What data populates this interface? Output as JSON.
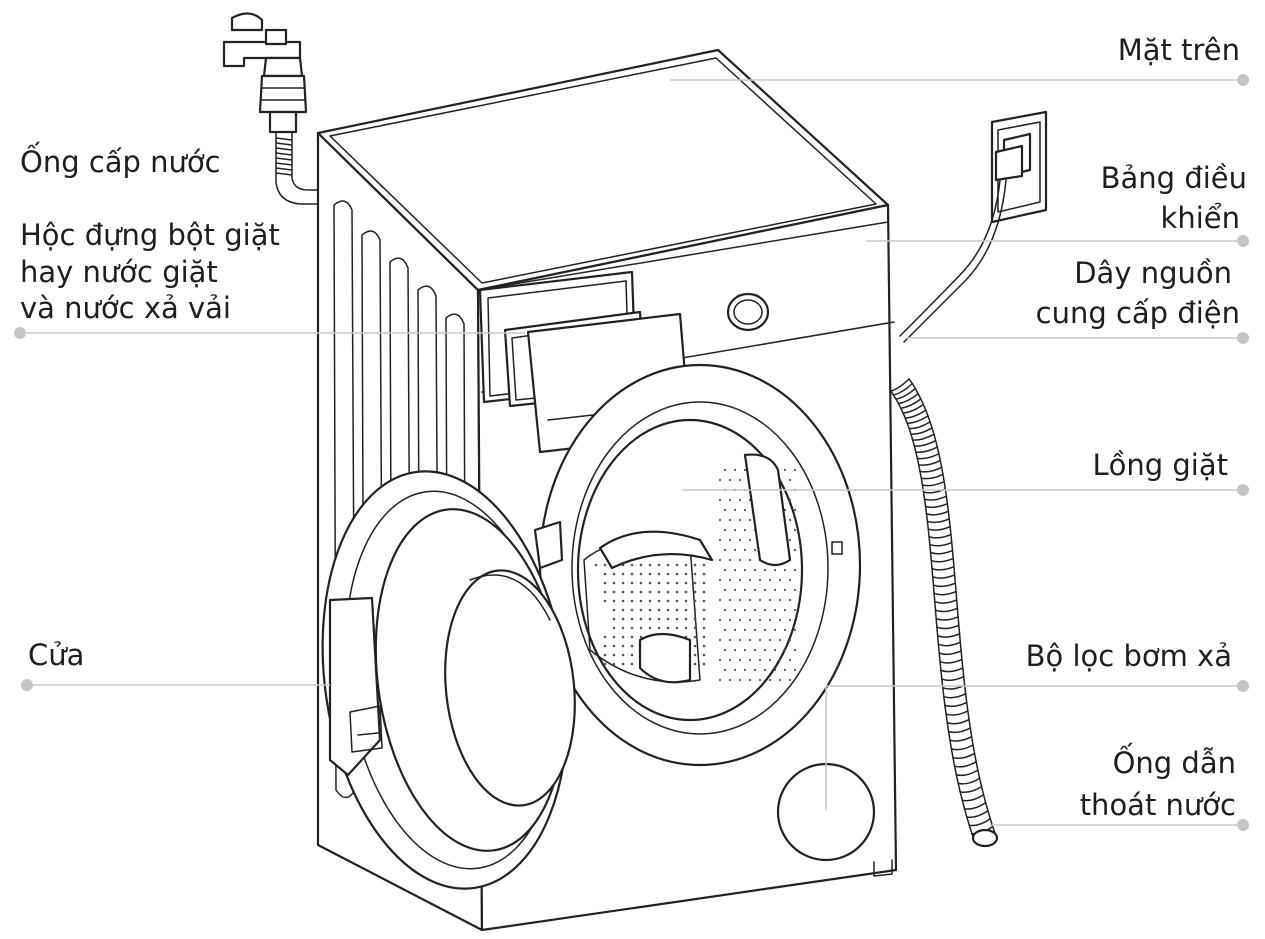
{
  "labels": {
    "mat_tren": "Mặt trên",
    "bang_dieu_khien": [
      "Bảng điều",
      "khiển"
    ],
    "day_nguon": [
      "Dây nguồn",
      "cung cấp điện"
    ],
    "long_giat": "Lồng giặt",
    "bo_loc": "Bộ lọc bơm xả",
    "ong_dan": [
      "Ống dẫn",
      "thoát nước"
    ],
    "ong_cap": "Ống cấp nước",
    "hoc_dung": [
      "Hộc đựng bột giặt",
      "hay nước giặt",
      "và nước xả vải"
    ],
    "cua": "Cửa"
  },
  "colors": {
    "line": "#222222",
    "leader": "#c9c9c9",
    "text": "#1e1e1e"
  }
}
